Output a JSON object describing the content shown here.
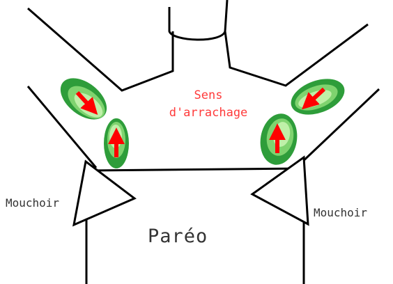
{
  "labels": {
    "direction_line1": "Sens",
    "direction_line2": "d'arrachage",
    "handkerchief_left": "Mouchoir",
    "handkerchief_right": "Mouchoir",
    "sarong": "Paréo"
  },
  "colors": {
    "outline": "#000000",
    "arrow": "#ff0000",
    "direction_text": "#ff3a3a",
    "label_text": "#333333",
    "grip_dark": "#2e9d3a",
    "grip_light": "#bff0a8",
    "grip_mid": "#7fd36f"
  }
}
